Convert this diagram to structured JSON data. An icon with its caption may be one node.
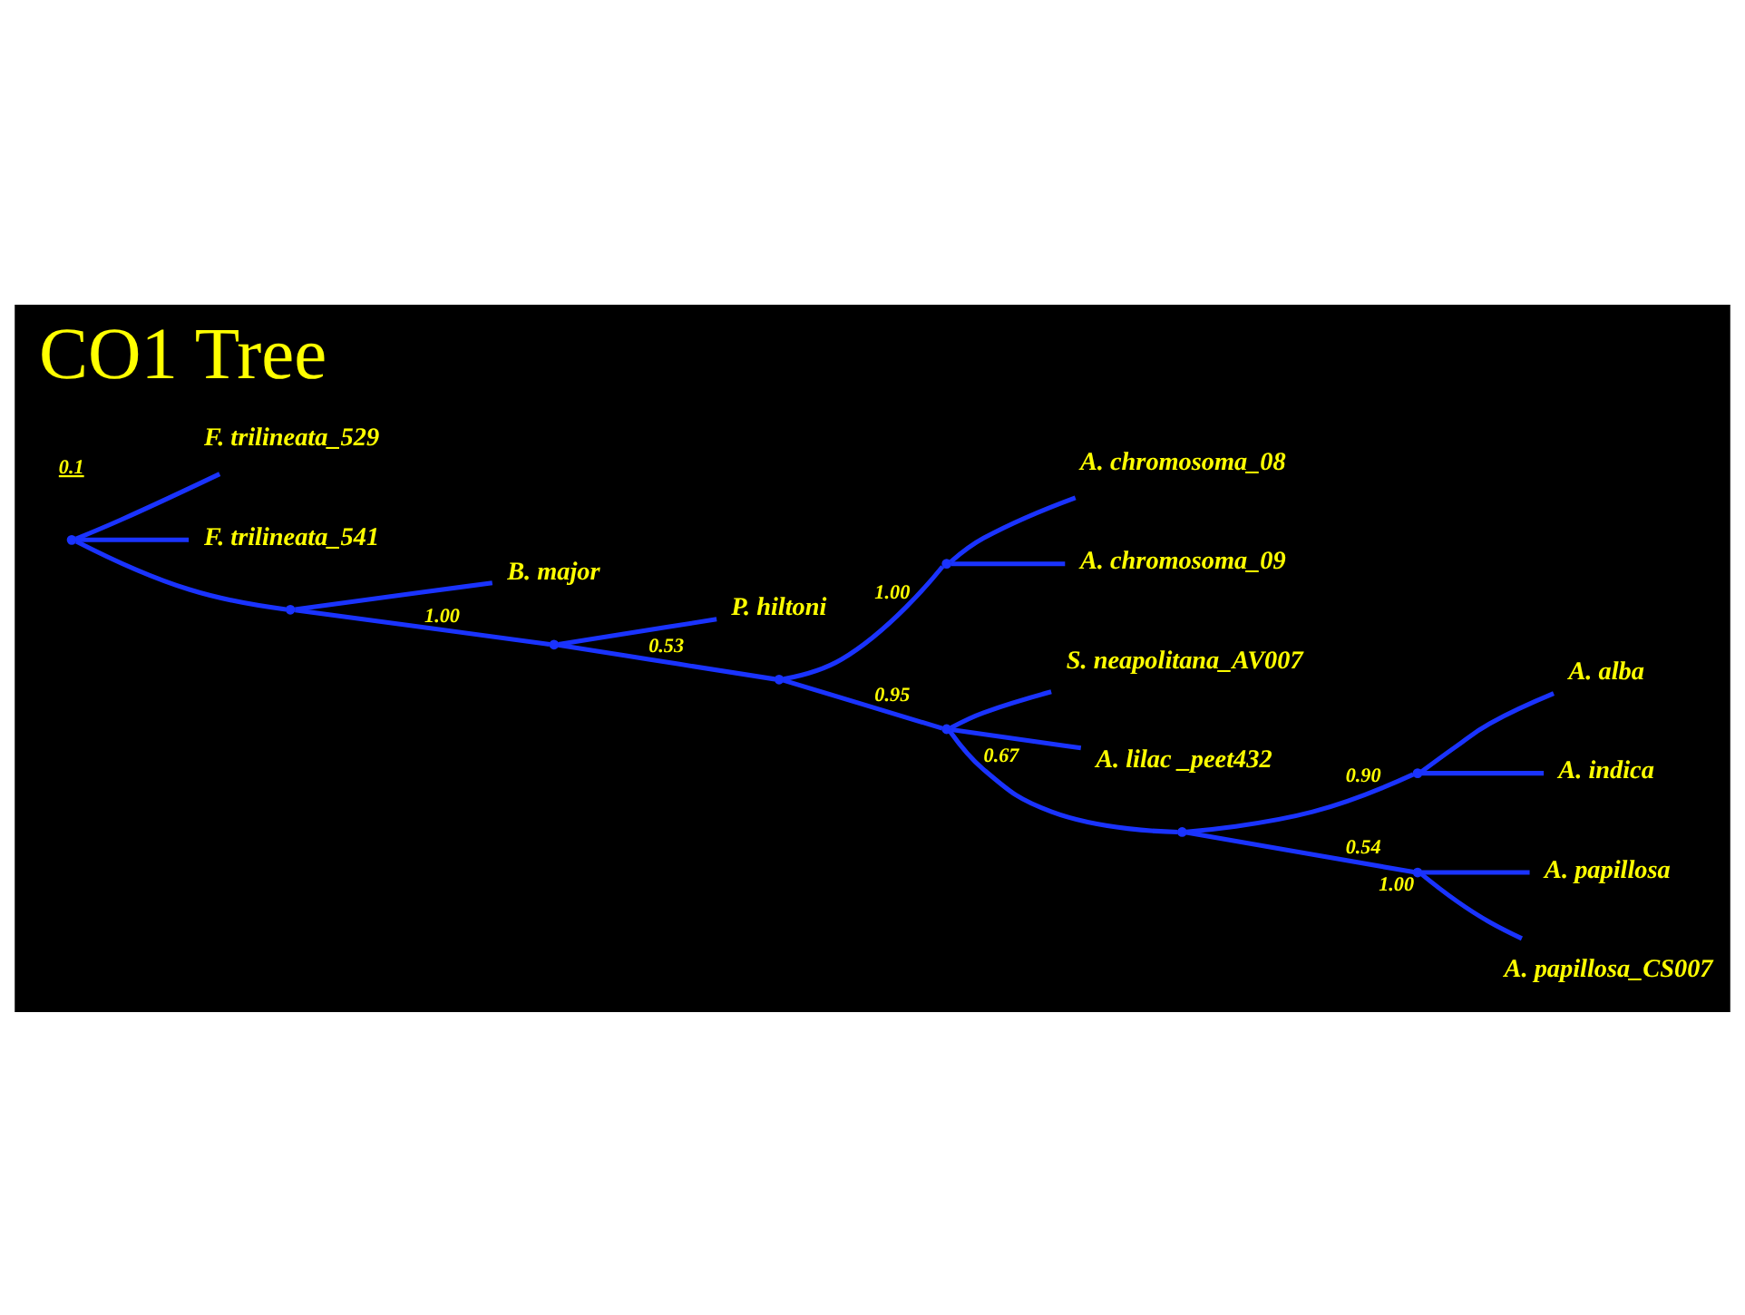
{
  "diagram": {
    "title": "CO1 Tree",
    "nodes": [
      {
        "text": [],
        "shape": "point"
      },
      {
        "text": [
          "F. trilineata_529"
        ]
      },
      {
        "text": [
          "F. trilineata_541"
        ]
      },
      {
        "text": [],
        "shape": "point"
      },
      {
        "text": [
          "B. major"
        ]
      },
      {
        "text": [],
        "shape": "point"
      },
      {
        "text": [
          "P. hiltoni"
        ]
      },
      {
        "text": [],
        "shape": "point"
      },
      {
        "text": [],
        "shape": "point"
      },
      {
        "text": [
          "A. chromosoma_08"
        ]
      },
      {
        "text": [
          "A. chromosoma_09"
        ]
      },
      {
        "text": [],
        "shape": "point"
      },
      {
        "text": [
          "S. neapolitana_AV007"
        ]
      },
      {
        "text": [
          "A. lilac _peet432"
        ]
      },
      {
        "text": [],
        "shape": "point"
      },
      {
        "text": [],
        "shape": "point"
      },
      {
        "text": [
          "A. alba"
        ]
      },
      {
        "text": [
          "A. indica"
        ]
      },
      {
        "text": [],
        "shape": "point",
        "beside": [
          "1.00"
        ]
      },
      {
        "text": [
          "A. papillosa"
        ]
      },
      {
        "text": [
          "A. papillosa_CS007"
        ]
      }
    ],
    "edges": [
      {
        "from": 0,
        "to": 1,
        "arrow": "none"
      },
      {
        "from": 0,
        "to": 2,
        "arrow": "none"
      },
      {
        "from": 0,
        "to": 3,
        "arrow": "none"
      },
      {
        "from": 3,
        "to": 4,
        "arrow": "none"
      },
      {
        "from": 3,
        "to": 5,
        "arrow": "none",
        "label": "1.00"
      },
      {
        "from": 5,
        "to": 6,
        "arrow": "none"
      },
      {
        "from": 5,
        "to": 7,
        "arrow": "none",
        "label": "0.53"
      },
      {
        "from": 7,
        "to": 8,
        "arrow": "none",
        "label": "1.00"
      },
      {
        "from": 8,
        "to": 9,
        "arrow": "none"
      },
      {
        "from": 8,
        "to": 10,
        "arrow": "none"
      },
      {
        "from": 7,
        "to": 11,
        "arrow": "none",
        "label": "0.95"
      },
      {
        "from": 11,
        "to": 12,
        "arrow": "none"
      },
      {
        "from": 11,
        "to": 13,
        "arrow": "none"
      },
      {
        "from": 11,
        "to": 14,
        "arrow": "none",
        "label": "0.67"
      },
      {
        "from": 14,
        "to": 15,
        "arrow": "none",
        "label": "0.90"
      },
      {
        "from": 15,
        "to": 16,
        "arrow": "none"
      },
      {
        "from": 15,
        "to": 17,
        "arrow": "none"
      },
      {
        "from": 14,
        "to": 18,
        "arrow": "none",
        "label": "0.54"
      },
      {
        "from": 18,
        "to": 19,
        "arrow": "none"
      },
      {
        "from": 18,
        "to": 20,
        "arrow": "none"
      }
    ],
    "labels": [
      "0.1"
    ]
  }
}
